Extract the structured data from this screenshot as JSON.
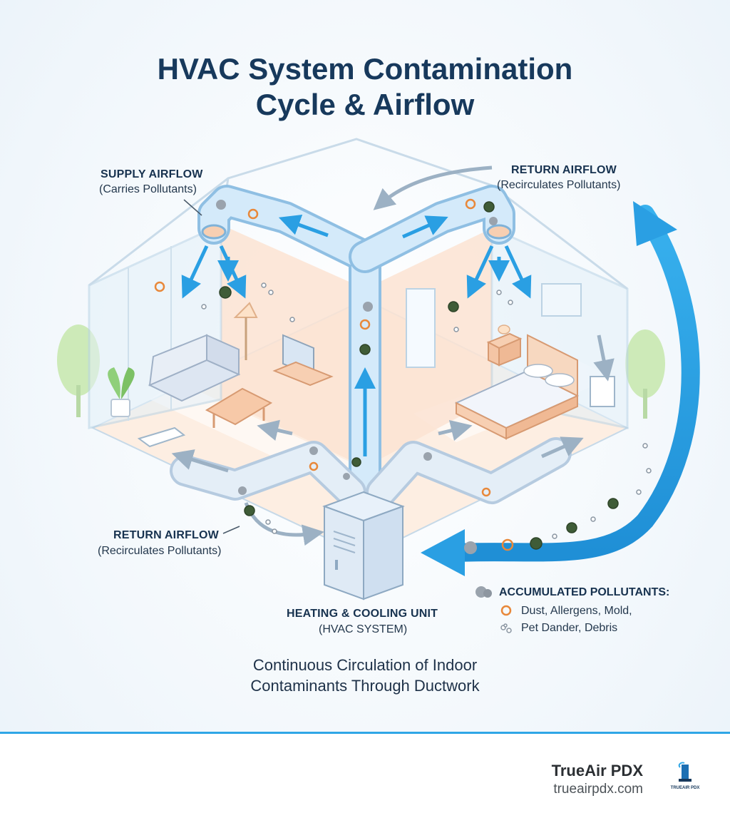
{
  "title": {
    "line1": "HVAC System Contamination",
    "line2": "Cycle & Airflow"
  },
  "labels": {
    "supply_airflow": {
      "heading": "SUPPLY AIRFLOW",
      "sub": "(Carries Pollutants)"
    },
    "return_airflow_top": {
      "heading": "RETURN AIRFLOW",
      "sub": "(Recirculates Pollutants)"
    },
    "return_airflow_left": {
      "heading": "RETURN AIRFLOW",
      "sub": "(Recirculates Pollutants)"
    },
    "hvac_unit": {
      "heading": "HEATING & COOLING UNIT",
      "sub": "(HVAC SYSTEM)"
    }
  },
  "legend": {
    "title": "ACCUMULATED POLLUTANTS:",
    "line1": "Dust, Allergens, Mold,",
    "line2": "Pet Dander, Debris"
  },
  "caption": {
    "line1": "Continuous Circulation of Indoor",
    "line2": "Contaminants Through Ductwork"
  },
  "brand": {
    "name": "TrueAir PDX",
    "url": "trueairpdx.com",
    "logo_text": "TRUEAIR PDX"
  },
  "colors": {
    "title": "#17395c",
    "duct": "#bcdcf2",
    "arrow_blue": "#2a9fe3",
    "wall_peach": "#fbe3d2",
    "footer_rule": "#2fa6e6"
  },
  "icons": [
    "dust-clump-icon",
    "allergen-swirl-icon",
    "mold-spore-icon",
    "debris-dots-icon",
    "tree-icon",
    "plant-icon",
    "sofa-icon",
    "bed-icon",
    "tv-icon",
    "lamp-icon"
  ]
}
